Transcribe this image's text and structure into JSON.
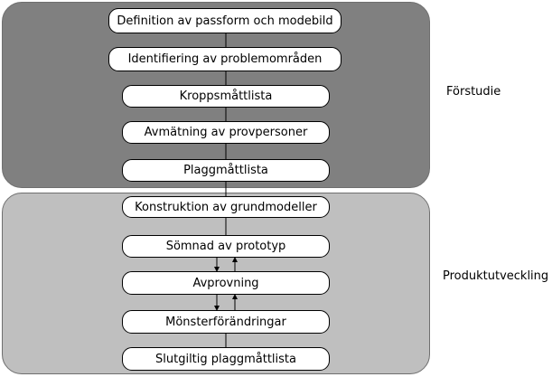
{
  "phases": [
    {
      "label": "Förstudie"
    },
    {
      "label": "Produktutveckling"
    }
  ],
  "steps": [
    {
      "label": "Definition av passform och modebild",
      "phase": 1
    },
    {
      "label": "Identifiering av problemområden",
      "phase": 1
    },
    {
      "label": "Kroppsmåttlista",
      "phase": 1
    },
    {
      "label": "Avmätning av provpersoner",
      "phase": 1
    },
    {
      "label": "Plaggmåttlista",
      "phase": 1
    },
    {
      "label": "Konstruktion av grundmodeller",
      "phase": 2
    },
    {
      "label": "Sömnad av prototyp",
      "phase": 2
    },
    {
      "label": "Avprovning",
      "phase": 2
    },
    {
      "label": "Mönsterförändringar",
      "phase": 2
    },
    {
      "label": "Slutgiltig plaggmåttlista",
      "phase": 2
    }
  ],
  "colors": {
    "phase_1_fill": "#808080",
    "phase_2_fill": "#bfbfbf",
    "step_fill": "#ffffff",
    "line": "#000000"
  }
}
